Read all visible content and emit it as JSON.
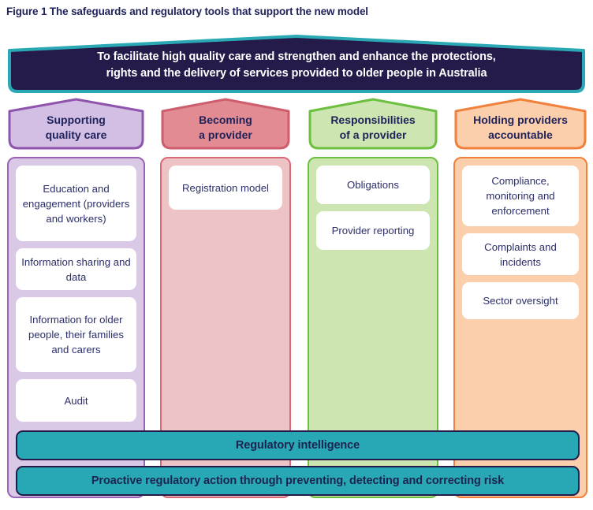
{
  "figure": {
    "title": "Figure 1 The safeguards and regulatory tools that support the new model"
  },
  "banner": {
    "line1": "To facilitate high quality care and strengthen and enhance the protections,",
    "line2": "rights and the delivery of services provided to older people in Australia",
    "fill": "#241b4a",
    "outline": "#2aa9b5",
    "text_color": "#ffffff"
  },
  "columns": [
    {
      "header_line1": "Supporting",
      "header_line2": "quality care",
      "header_fill": "#d3bee4",
      "header_border": "#8f55ad",
      "body_fill": "#d9c8e6",
      "body_border": "#9a63b4",
      "items": [
        "Education and engagement (providers and workers)",
        "Information sharing and data",
        "Information for older people, their families and carers",
        "Audit"
      ]
    },
    {
      "header_line1": "Becoming",
      "header_line2": "a provider",
      "header_fill": "#e38b92",
      "header_border": "#ce5e6e",
      "body_fill": "#eec3c6",
      "body_border": "#da6a78",
      "items": [
        "Registration model"
      ]
    },
    {
      "header_line1": "Responsibilities",
      "header_line2": "of a provider",
      "header_fill": "#cde5b0",
      "header_border": "#6cbf3f",
      "body_fill": "#cde5b0",
      "body_border": "#6cbf3f",
      "items": [
        "Obligations",
        "Provider reporting"
      ]
    },
    {
      "header_line1": "Holding providers",
      "header_line2": "accountable",
      "header_fill": "#fbcfab",
      "header_border": "#f0803c",
      "body_fill": "#fbcfab",
      "body_border": "#f0803c",
      "items": [
        "Compliance, monitoring and enforcement",
        "Complaints and incidents",
        "Sector oversight"
      ]
    }
  ],
  "bottom_bars": [
    {
      "label": "Regulatory intelligence"
    },
    {
      "label": "Proactive regulatory action through preventing, detecting and correcting risk"
    }
  ],
  "palette": {
    "teal": "#27a8b4",
    "navy": "#241b4a",
    "text_navy": "#20235b",
    "chip_white": "#ffffff"
  }
}
